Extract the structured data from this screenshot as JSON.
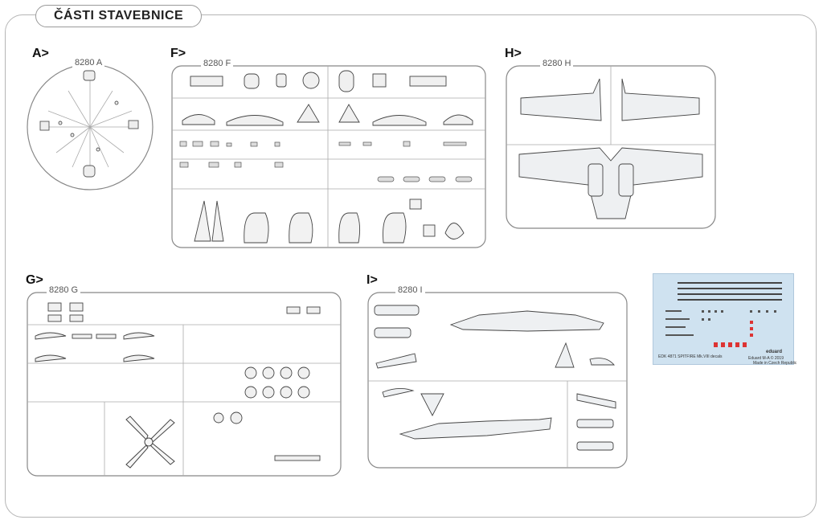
{
  "title": "ČÁSTI STAVEBNICE",
  "sprues": [
    {
      "letter": "A>",
      "code": "8280 A"
    },
    {
      "letter": "F>",
      "code": "8280 F"
    },
    {
      "letter": "H>",
      "code": "8280 H"
    },
    {
      "letter": "G>",
      "code": "8280 G"
    },
    {
      "letter": "I>",
      "code": "8280 I"
    }
  ],
  "decal_sheet": {
    "left_caption": "EDK 4871  SPITFIRE Mk.VIII decals",
    "brand": "eduard",
    "right_caption": "Eduard M-A © 2019",
    "made_in": "Made in Czech Republic"
  }
}
